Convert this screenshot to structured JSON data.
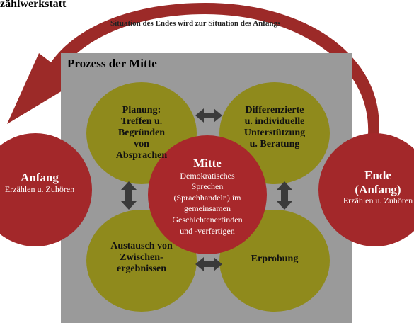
{
  "header": {
    "title": "zählwerkstatt"
  },
  "cycle": {
    "caption": "Situation des Endes wird zur Situation des Anfangs"
  },
  "panel": {
    "title": "Prozess der Mitte"
  },
  "nodes": {
    "planning": {
      "lines": [
        "Planung:",
        "Treffen u.",
        "Begründen",
        "von",
        "Absprachen"
      ]
    },
    "support": {
      "lines": [
        "Differenzierte",
        "u. individuelle",
        "Unterstützung",
        "u. Beratung"
      ]
    },
    "exchange": {
      "lines": [
        "Austausch von",
        "Zwischen-",
        "ergebnissen"
      ]
    },
    "testing": {
      "label": "Erprobung"
    },
    "middle": {
      "title": "Mitte",
      "sub": [
        "Demokratisches",
        "Sprechen",
        "(Sprachhandeln) im",
        "gemeinsamen",
        "Geschichtenerfinden",
        "und -verfertigen"
      ]
    },
    "start": {
      "title": "Anfang",
      "sub": "Erzählen u. Zuhören"
    },
    "end": {
      "title": [
        "Ende",
        "(Anfang)"
      ],
      "sub": "Erzählen u. Zuhören"
    }
  },
  "colors": {
    "red": "#a3282a",
    "olive": "#8f8a1c",
    "panel": "#9a9a9a",
    "arrow": "#3a3a3a"
  }
}
